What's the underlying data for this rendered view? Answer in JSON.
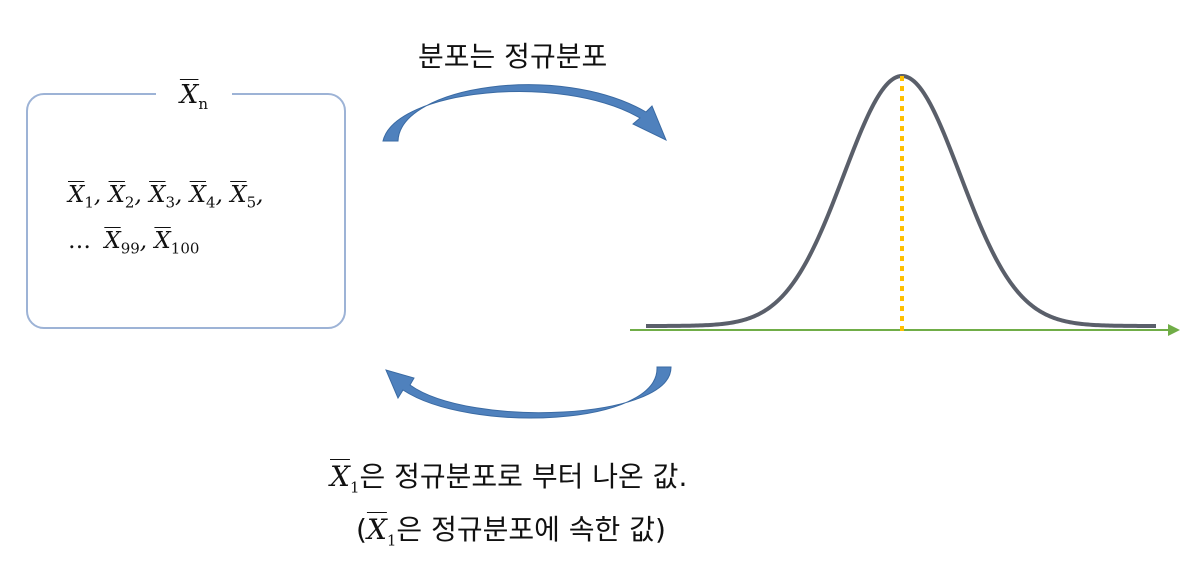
{
  "box": {
    "label_symbol": "X",
    "label_sub": "n",
    "items_line1": [
      {
        "sym": "X",
        "sub": "1"
      },
      {
        "sym": "X",
        "sub": "2"
      },
      {
        "sym": "X",
        "sub": "3"
      },
      {
        "sym": "X",
        "sub": "4"
      },
      {
        "sym": "X",
        "sub": "5"
      }
    ],
    "ellipsis": "…",
    "items_line2": [
      {
        "sym": "X",
        "sub": "99"
      },
      {
        "sym": "X",
        "sub": "100"
      }
    ]
  },
  "arrow_top_label": "분포는 정규분포",
  "bottom_label_1": {
    "sym": "X",
    "sub": "1",
    "text": "은 정규분포로 부터 나온 값."
  },
  "bottom_label_2": {
    "open": "(",
    "sym": "X",
    "sub": "1",
    "text": "은 정규분포에 속한 값)"
  },
  "colors": {
    "box_border": "#9db3d6",
    "arrow": "#4f81bd",
    "curve": "#5a5f6a",
    "axis": "#70ad47",
    "mean_line": "#ffc000"
  }
}
